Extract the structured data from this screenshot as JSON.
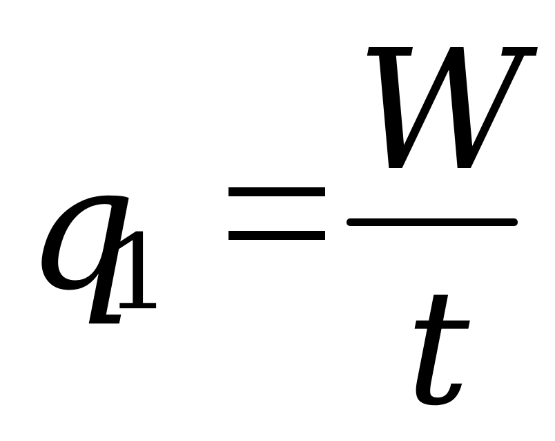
{
  "formula": {
    "variable": "q",
    "subscript": "1",
    "operator": "=",
    "numerator": "W",
    "denominator": "t"
  },
  "colors": {
    "ink": "#000000",
    "background": "#ffffff"
  }
}
